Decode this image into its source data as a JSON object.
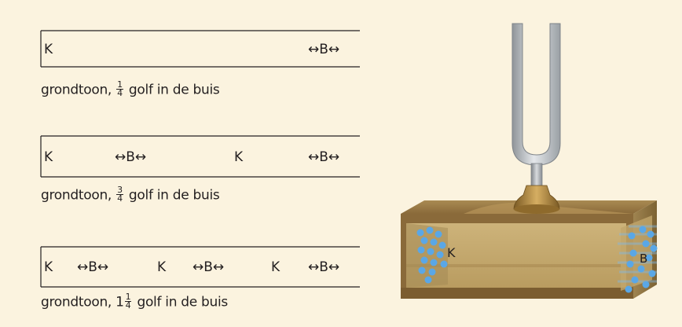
{
  "tubes": [
    {
      "markers": [
        "K",
        "↔B↔"
      ],
      "caption": {
        "prefix": "grondtoon, ",
        "whole": "",
        "numerator": "1",
        "denominator": "4",
        "suffix": " golf in de buis"
      }
    },
    {
      "markers": [
        "K",
        "↔B↔",
        "K",
        "↔B↔"
      ],
      "caption": {
        "prefix": "grondtoon, ",
        "whole": "",
        "numerator": "3",
        "denominator": "4",
        "suffix": " golf in de buis"
      }
    },
    {
      "markers": [
        "K",
        "↔B↔",
        "K",
        "↔B↔",
        "K",
        "↔B↔"
      ],
      "caption": {
        "prefix": "grondtoon, ",
        "whole": "1",
        "numerator": "1",
        "denominator": "4",
        "suffix": " golf in de buis"
      }
    }
  ],
  "illustration": {
    "node_label": "K",
    "antinode_label": "B",
    "colors": {
      "background": "#fbf3df",
      "wood": "#8a6a3a",
      "fork": "#b8bcc0",
      "molecules": "#5aa7e6"
    }
  }
}
